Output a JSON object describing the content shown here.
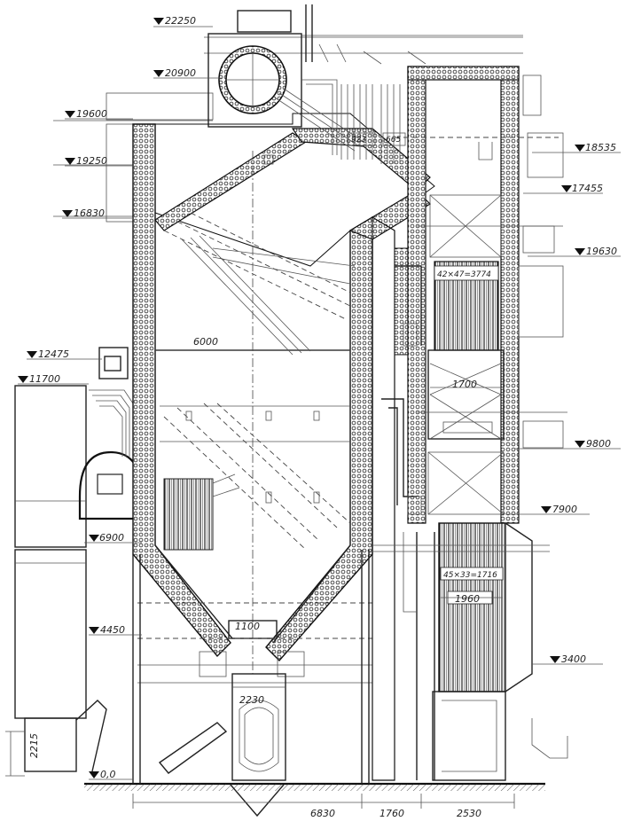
{
  "elevations": [
    {
      "id": "e22250",
      "label": "22250"
    },
    {
      "id": "e20900",
      "label": "20900"
    },
    {
      "id": "e19600",
      "label": "19600"
    },
    {
      "id": "e19250",
      "label": "19250"
    },
    {
      "id": "e18535",
      "label": "18535"
    },
    {
      "id": "e17455",
      "label": "17455"
    },
    {
      "id": "e16830",
      "label": "16830"
    },
    {
      "id": "e19630",
      "label": "19630"
    },
    {
      "id": "e12475",
      "label": "12475"
    },
    {
      "id": "e11700",
      "label": "11700"
    },
    {
      "id": "e9800",
      "label": "9800"
    },
    {
      "id": "e7900",
      "label": "7900"
    },
    {
      "id": "e6900",
      "label": "6900"
    },
    {
      "id": "e4450",
      "label": "4450"
    },
    {
      "id": "e3400",
      "label": "3400"
    },
    {
      "id": "e0",
      "label": "0,0"
    }
  ],
  "dimensions": {
    "furnace_width": "6000",
    "bottom_a": "6830",
    "bottom_b": "1760",
    "bottom_c": "2530",
    "hopper_width": "1100",
    "hopper_neck": "2230",
    "conv_width": "1700",
    "lower_width": "1960",
    "tube_spec_upper": "42×47=3774",
    "tube_spec_lower": "45×33=1716",
    "left_height": "2215",
    "drum_tag_a": "923",
    "drum_tag_b": "665"
  }
}
